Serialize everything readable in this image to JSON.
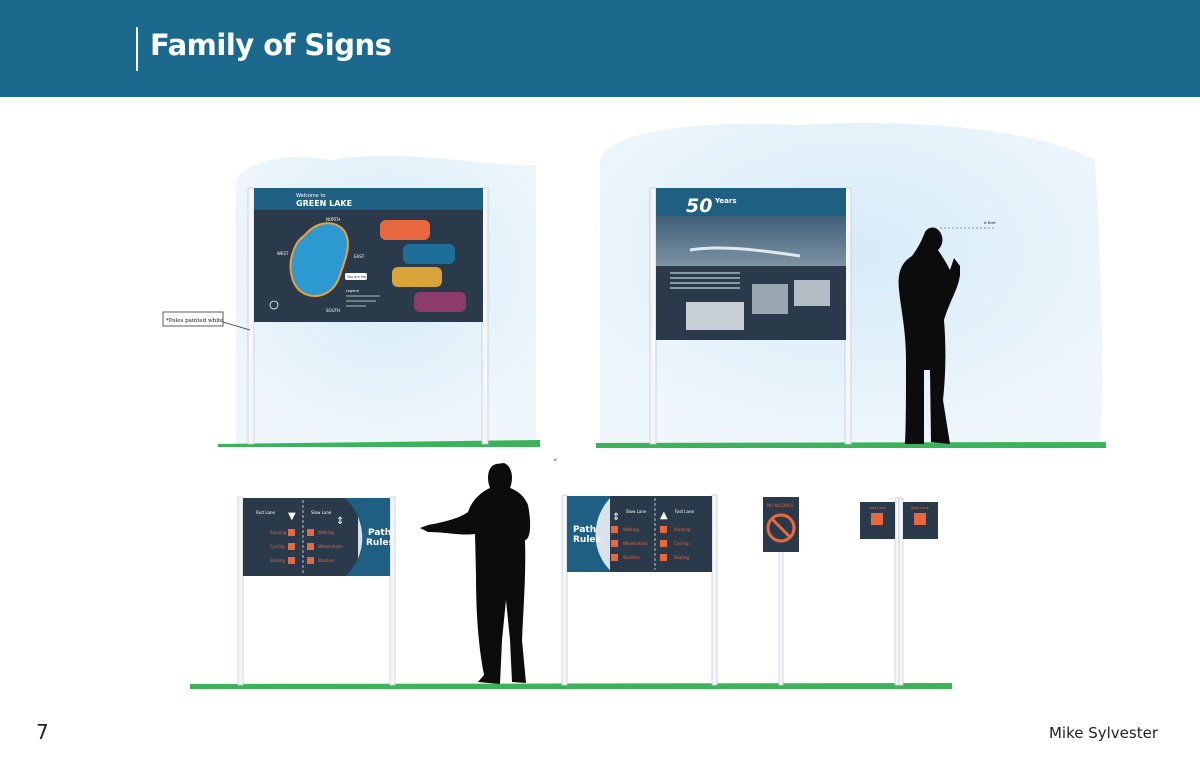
{
  "header": {
    "title": "Family of Signs"
  },
  "footer": {
    "page_number": "7",
    "author": "Mike Sylvester"
  },
  "colors": {
    "header_bg": "#1b6a8e",
    "sign_navy": "#2b3a4a",
    "sign_blue": "#1f5f82",
    "orange": "#e8693f",
    "teal": "#1d6f9a",
    "gold": "#d9a43a",
    "plum": "#8c3c6a",
    "grass": "#3cb35a"
  },
  "callouts": {
    "poles": "*Poles painted white",
    "height": "6 feet",
    "marker": "6'"
  },
  "map_sign": {
    "welcome": "Welcome to",
    "name": "GREEN LAKE",
    "directions": {
      "north": "NORTH",
      "south": "SOUTH",
      "east": "EAST",
      "west": "WEST"
    },
    "you_are_here": "You are here",
    "legend_title": "Legend"
  },
  "history_sign": {
    "number": "50",
    "unit": "Years"
  },
  "path_sign_left": {
    "fast_lane": "Fast Lane",
    "slow_lane": "Slow Lane",
    "title_line1": "Path",
    "title_line2": "Rules",
    "rows_left": [
      "Running",
      "Cycling",
      "Skating"
    ],
    "rows_right": [
      "Walking",
      "Wheelchairs",
      "Strollers"
    ]
  },
  "path_sign_right": {
    "fast_lane": "Fast Lane",
    "slow_lane": "Slow Lane",
    "title_line1": "Path",
    "title_line2": "Rules",
    "rows_left": [
      "Walking",
      "Wheelchairs",
      "Strollers"
    ],
    "rows_right": [
      "Running",
      "Cycling",
      "Skating"
    ]
  },
  "alcohol_sign": {
    "label": "NO ALCOHOL"
  },
  "lane_signs": {
    "left_label": "Fast Lane",
    "right_label": "Slow Lane"
  }
}
